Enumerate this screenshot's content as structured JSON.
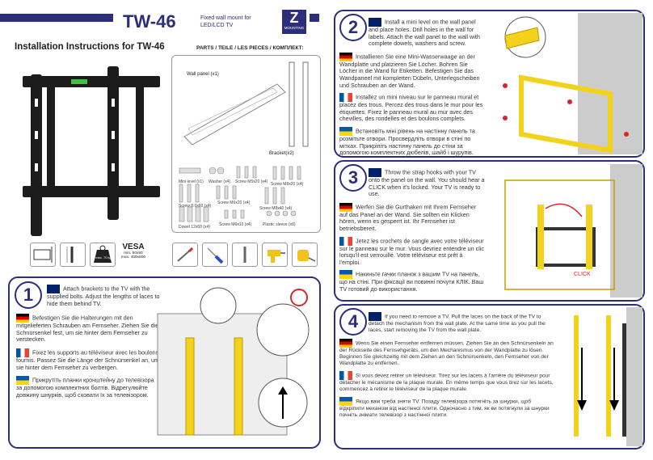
{
  "header": {
    "model": "TW-46",
    "subtitle_line1": "Fixed wall mount for",
    "subtitle_line2": "LED/LCD TV",
    "logo_letter": "Z",
    "logo_text": "MOUNTING",
    "page_title": "Installation Instructions for TW-46",
    "parts_title": "PARTS / TEILE / LES PIECES / КОМПЛЕКТ:"
  },
  "parts": {
    "wall_panel": "Wall panel (x1)",
    "bracket": "Bracket(x2)",
    "items": [
      "Mini level (x1)",
      "Washer (x4)",
      "Screw M5x20 (x4)",
      "Screw M8x20 (x4)",
      "Screw 8.0x60 (x4)",
      "Screw M6x20 (x4)",
      "Screw M8x40 (x4)",
      "Dowel 12x60 (x4)",
      "Screw M6x10 (x4)",
      "Plastic sleeve (x8)"
    ]
  },
  "specs": {
    "weight": "max. 70 kg",
    "vesa_title": "VESA",
    "vesa_min": "min. 50x50",
    "vesa_max": "max. 400x600"
  },
  "steps": [
    {
      "num": "1",
      "en": "Attach brackets to the TV with the supplied bolts. Adjust the lengths of laces to hide them behind TV.",
      "de": "Befestigen Sie die Halterungen mit den mitgelieferten Schrauben am Fernseher. Ziehen Sie die Schnürsenkel fest, um sie hinter dem Fernseher zu verstecken.",
      "fr": "Fixez les supports au téléviseur avec les boulons fournis. Passez Sie die Länge der Schnürsenkel an, um sie hinter dem Fernseher zu verbergen.",
      "ua": "Прикрутіть планки кронштейну до телевізора за допомогою комплектних болтів. Відрегулюйте довжину шнурків, щоб сховати їх за телевізором."
    },
    {
      "num": "2",
      "en": "Install a mini level on the wall panel and place holes. Drill holes in the wall for labels. Attach the wall panel to the wall with complete dowels, washers and screw.",
      "de": "Installieren Sie eine Mini-Wasserwaage an der Wandplatte und platzieren Sie Löcher. Bohren Sie Löcher in die Wand für Etiketten. Befestigen Sie das Wandpaneel mit kompletten Dübeln, Unterlegscheiben und Schrauben an der Wand.",
      "fr": "Installez un mini niveau sur le panneau mural et placez des trous. Percez des trous dans le mur pour les étiquettes. Fixez le panneau mural au mur avec des chevilles, des rondelles et des boulons complets.",
      "ua": "Встановіть міні рівень на настінну панель та розмітьте отвори. Просвердліть отвори в стіні по мітках. Прикріпіть настінну панель до стіни за допомогою комплектних дюбелів, шайб і шурупів."
    },
    {
      "num": "3",
      "en": "Throw the strap hooks with your TV onto the panel on the wall. You should hear a CLICK when it's locked. Your TV is ready to use.",
      "de": "Werfen Sie die Gurthaken mit Ihrem Fernseher auf das Panel an der Wand. Sie sollten ein Klicken hören, wenn es gesperrt ist. Ihr Fernseher ist betriebsbereit.",
      "fr": "Jetez les crochets de sangle avec votre téléviseur sur le panneau sur le mur. Vous devriez entendre un clic lorsqu'il est verrouillé. Votre téléviseur est prêt à l'emploi.",
      "ua": "Накиньте гачки планок з вашим TV на панель, що на стіні. При фіксації ви повинні почути КЛІК. Ваш TV готовий до використання.",
      "click": "CLICK"
    },
    {
      "num": "4",
      "en": "If you need to remove a TV. Pull the laces on the back of the TV to detach the mechanism from the wall plate. At the same time as you pull the laces, start removing the TV from the wall plate.",
      "de": "Wenn Sie einen Fernseher entfernen müssen. Ziehen Sie an den Schnürsenkeln an der Rückseite des Fernsehgeräts, um den Mechanismus von der Wandplatte zu lösen. Beginnen Sie gleichzeitig mit dem Ziehen an den Schnürsenkeln, den Fernseher von der Wandplatte zu entfernen.",
      "fr": "Si vous devez retirer un téléviseur. Tirez sur les lacets à l'arrière du téléviseur pour détacher le mécanisme de la plaque murale. En même temps que vous tirez sur les lacets, commencez à retirer le téléviseur de la plaque murale.",
      "ua": "Якщо вам треба зняти TV. Позаду телевізора потягніть за шнурки, щоб відкріпити механізм від настінної плити. Одночасно з тим, як ви потягнули за шнурки почніть знімати телевізор з настінної плити."
    }
  ],
  "colors": {
    "navy": "#2b2e7a",
    "yellow": "#f2d21b",
    "red": "#d7262a"
  }
}
